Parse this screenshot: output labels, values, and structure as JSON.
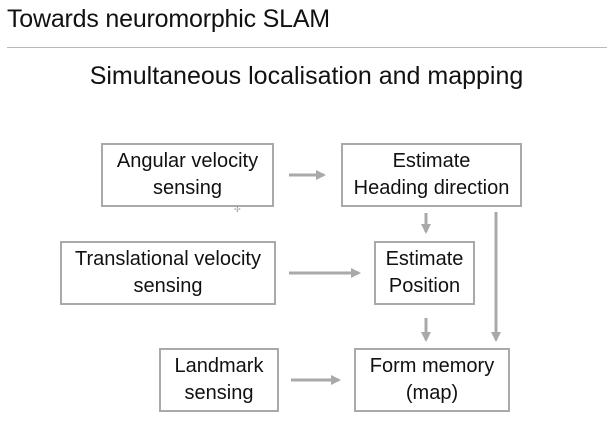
{
  "slide": {
    "title": "Towards neuromorphic SLAM",
    "subtitle": "Simultaneous localisation and mapping"
  },
  "nodes": {
    "angular": {
      "line1": "Angular velocity",
      "line2": "sensing"
    },
    "heading": {
      "line1": "Estimate",
      "line2": "Heading direction"
    },
    "translational": {
      "line1": "Translational velocity",
      "line2": "sensing"
    },
    "position": {
      "line1": "Estimate",
      "line2": "Position"
    },
    "landmark": {
      "line1": "Landmark",
      "line2": "sensing"
    },
    "memory": {
      "line1": "Form memory",
      "line2": "(map)"
    }
  },
  "edges": [
    {
      "from": "angular",
      "to": "heading"
    },
    {
      "from": "heading",
      "to": "position"
    },
    {
      "from": "heading",
      "to": "memory"
    },
    {
      "from": "translational",
      "to": "position"
    },
    {
      "from": "position",
      "to": "memory"
    },
    {
      "from": "landmark",
      "to": "memory"
    }
  ],
  "colors": {
    "box_border": "#a9a9a9",
    "arrow": "#a9a9a9",
    "text": "#111111",
    "rule": "#b9b9b9"
  }
}
